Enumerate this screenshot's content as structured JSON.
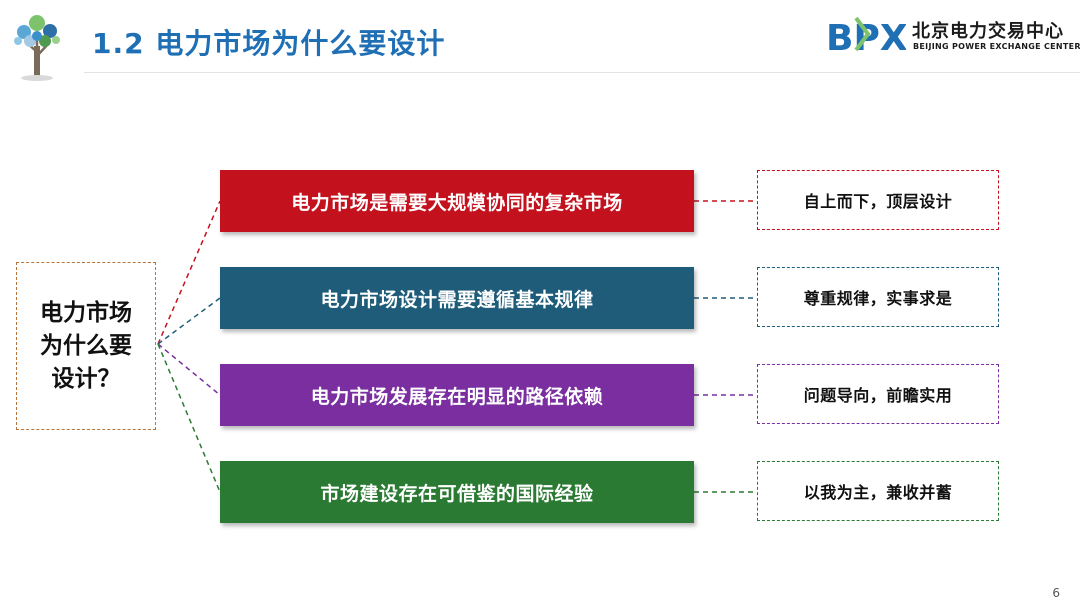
{
  "header": {
    "title": "1.2 电力市场为什么要设计",
    "brand_mark": "BPX",
    "brand_cn": "北京电力交易中心",
    "brand_en": "BEIJING POWER EXCHANGE CENTER"
  },
  "question": {
    "lines": [
      "电力市场",
      "为什么要",
      "设计？"
    ]
  },
  "reasons": [
    {
      "text": "电力市场是需要大规模协同的复杂市场",
      "color": "#c3121e"
    },
    {
      "text": "电力市场设计需要遵循基本规律",
      "color": "#1e5c79"
    },
    {
      "text": "电力市场发展存在明显的路径依赖",
      "color": "#7a2ea0"
    },
    {
      "text": "市场建设存在可借鉴的国际经验",
      "color": "#2b7a33"
    }
  ],
  "answers": [
    {
      "text": "自上而下，顶层设计"
    },
    {
      "text": "尊重规律，实事求是"
    },
    {
      "text": "问题导向，前瞻实用"
    },
    {
      "text": "以我为主，兼收并蓄"
    }
  ],
  "page_number": "6",
  "colors": {
    "title_blue": "#1f6fb5",
    "question_border": "#b8743a"
  }
}
